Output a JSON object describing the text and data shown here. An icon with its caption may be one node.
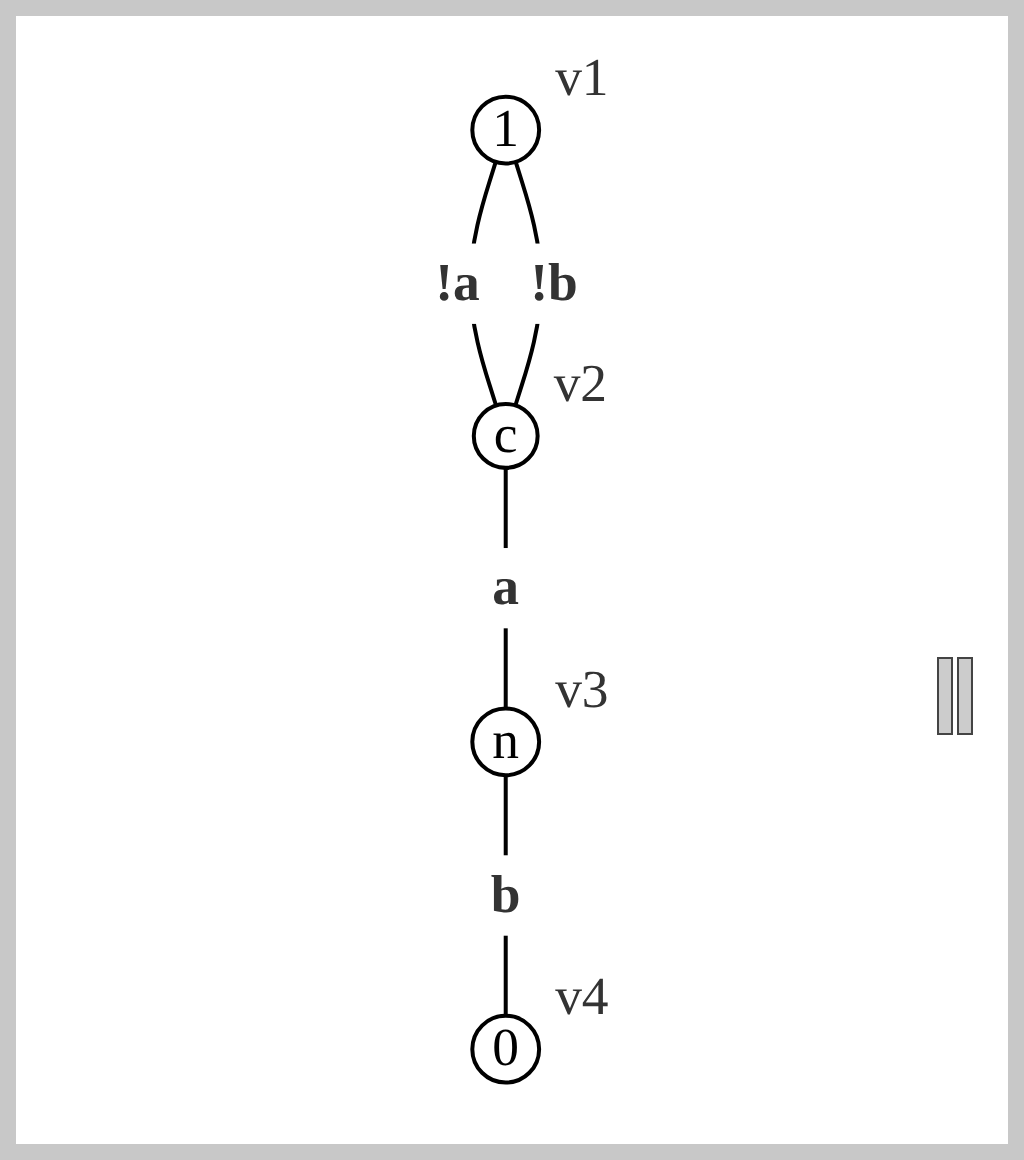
{
  "diagram": {
    "nodes": [
      {
        "text": [
          "1"
        ],
        "beside": [
          "v1"
        ]
      },
      {
        "text": [
          "c"
        ],
        "beside": [
          "v2"
        ]
      },
      {
        "text": [
          "n"
        ],
        "beside": [
          "v3"
        ]
      },
      {
        "text": [
          "0"
        ],
        "beside": [
          "v4"
        ]
      }
    ],
    "edges": [
      {
        "from": 0,
        "to": 1,
        "arrow": "none",
        "label": "!a"
      },
      {
        "from": 0,
        "to": 1,
        "arrow": "none",
        "label": "!b"
      },
      {
        "from": 1,
        "to": 2,
        "arrow": "none",
        "label": "a"
      },
      {
        "from": 2,
        "to": 3,
        "arrow": "none",
        "label": "b"
      }
    ]
  }
}
